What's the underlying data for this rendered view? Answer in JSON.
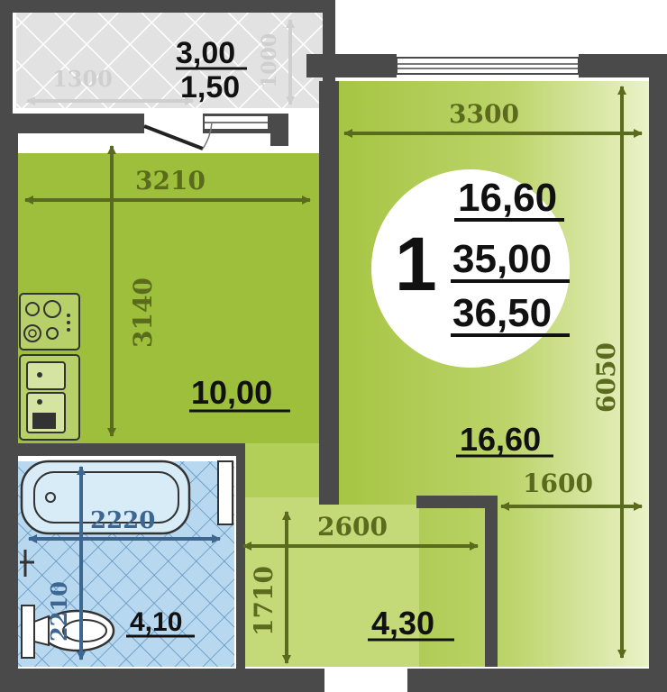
{
  "colors": {
    "wall": "#4a4a4a",
    "room_green": "#9fc13d",
    "room_green_light": "#e6efc1",
    "corridor_green": "#c5dc7a",
    "bath_blue": "#b8d9ee",
    "balcony_gray": "#dcdcdc",
    "dim_green": "#5b6b1e",
    "bath_dim_blue": "#4a6b8e"
  },
  "badge": {
    "rooms": "1",
    "living_area": "16,60",
    "total_area": "35,00",
    "total_area_with_balcony": "36,50"
  },
  "balcony": {
    "area_full": "3,00",
    "area_reduced": "1,50",
    "dim_width": "1300",
    "dim_height": "1000"
  },
  "kitchen": {
    "area": "10,00",
    "dim_width": "3210",
    "dim_height": "3140"
  },
  "living_room": {
    "area": "16,60",
    "dim_width": "3300",
    "dim_height": "6050",
    "dim_partial": "1600"
  },
  "hall": {
    "area": "4,30",
    "dim_width": "2600",
    "dim_height": "1710"
  },
  "bathroom": {
    "area": "4,10",
    "dim_width": "2220",
    "dim_height": "2210"
  }
}
